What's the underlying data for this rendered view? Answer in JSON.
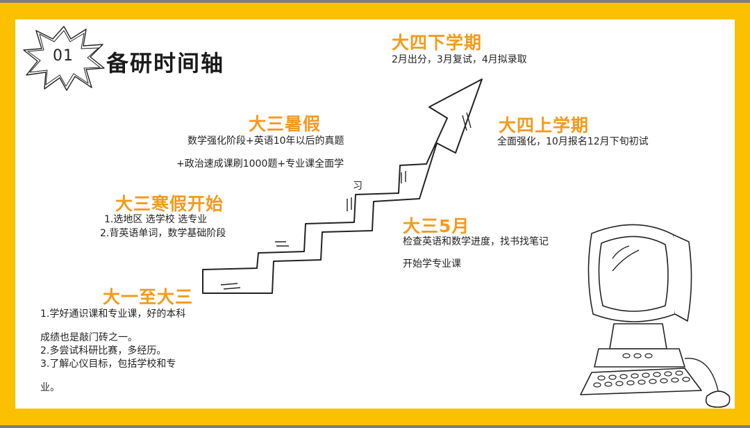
{
  "slide": {
    "number": "01",
    "title": "备研时间轴"
  },
  "stages": {
    "s1": {
      "heading": "大一至大三",
      "lines": [
        "1.学好通识课和专业课，好的本科",
        "成绩也是敲门砖之一。",
        "2.多尝试科研比赛，多经历。",
        "3.了解心仪目标，包括学校和专",
        "业。"
      ]
    },
    "s2": {
      "heading": "大三寒假开始",
      "lines": [
        "1.选地区 选学校 选专业",
        "2.背英语单词，数学基础阶段"
      ]
    },
    "s3": {
      "heading": "大三暑假",
      "lines": [
        "数学强化阶段+英语10年以后的真题",
        "+政治速成课刷1000题+专业课全面学",
        "习"
      ]
    },
    "s4": {
      "heading": "大三5月",
      "lines": [
        "检查英语和数学进度，找书找笔记",
        "开始学专业课"
      ]
    },
    "s5": {
      "heading": "大四上学期",
      "lines": [
        "全面强化，10月报名12月下旬初试"
      ]
    },
    "s6": {
      "heading": "大四下学期",
      "lines": [
        "2月出分，3月复试，4月拟录取"
      ]
    }
  },
  "colors": {
    "frame": "#fbc101",
    "accent": "#f59a1b",
    "text": "#222222"
  },
  "icons": [
    "starburst-badge-icon",
    "rising-arrow-icon",
    "computer-icon"
  ]
}
